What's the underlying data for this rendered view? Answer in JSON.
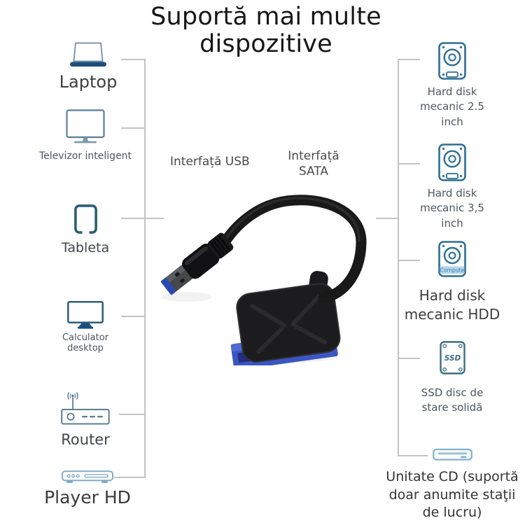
{
  "title": {
    "line1": "Suportă mai multe",
    "line2": "dispozitive"
  },
  "interface_labels": {
    "usb": "Interfață USB",
    "sata": "Interfață SATA"
  },
  "left_devices": [
    {
      "icon": "laptop-icon",
      "label": "Laptop"
    },
    {
      "icon": "smart-tv-icon",
      "label": "Televizor inteligent"
    },
    {
      "icon": "tablet-icon",
      "label": "Tableta"
    },
    {
      "icon": "desktop-computer-icon",
      "label": "Calculator desktop"
    },
    {
      "icon": "router-icon",
      "label": "Router"
    },
    {
      "icon": "hd-player-icon",
      "label": "Player HD"
    }
  ],
  "right_devices": [
    {
      "icon": "hdd-2-5-inch-icon",
      "label": "Hard disk mecanic 2.5 inch"
    },
    {
      "icon": "hdd-3-5-inch-icon",
      "label": "Hard disk mecanic 3,5 inch"
    },
    {
      "icon": "hdd-icon",
      "label": "Hard disk mecanic HDD",
      "icon_watermark": "Compute"
    },
    {
      "icon": "ssd-icon",
      "label": "SSD disc de stare solidă",
      "icon_text": "SSD"
    },
    {
      "icon": "cd-drive-icon",
      "label": "Unitate CD (suportă doar anumite staţii de lucru)"
    }
  ],
  "product": {
    "name": "usb-to-sata-adapter-cable-photo"
  },
  "colors": {
    "accent_dark_blue": "#1d4f7e",
    "icon_stroke_blue": "#2e6e93",
    "icon_light_blue": "#7fb3cc",
    "usb_plug_blue": "#2a47b8",
    "sata_connector_blue": "#3b55c4",
    "connector_line_gray": "#c3c3c3",
    "title_text": "#161616",
    "label_dark": "#3d3d3d",
    "label_gray": "#4e565e"
  }
}
